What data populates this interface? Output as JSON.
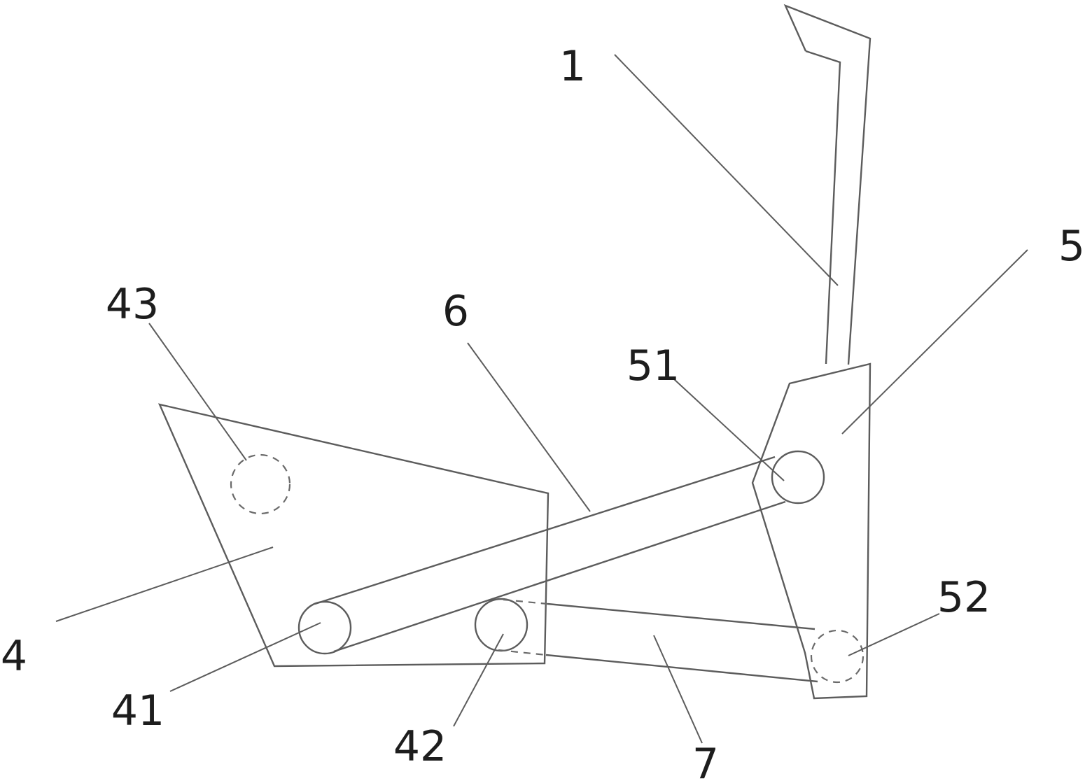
{
  "diagram": {
    "type": "patent-line-drawing",
    "description_visible_content": "mechanical linkage line drawing with numbered part labels and leader lines",
    "colors": {
      "background": "#ffffff",
      "line": "#5c5c5c",
      "label": "#1d1d1d"
    },
    "labels": {
      "part1": "1",
      "part4": "4",
      "part41": "41",
      "part42": "42",
      "part43": "43",
      "part5": "5",
      "part51": "51",
      "part52": "52",
      "part6": "6",
      "part7": "7"
    }
  }
}
